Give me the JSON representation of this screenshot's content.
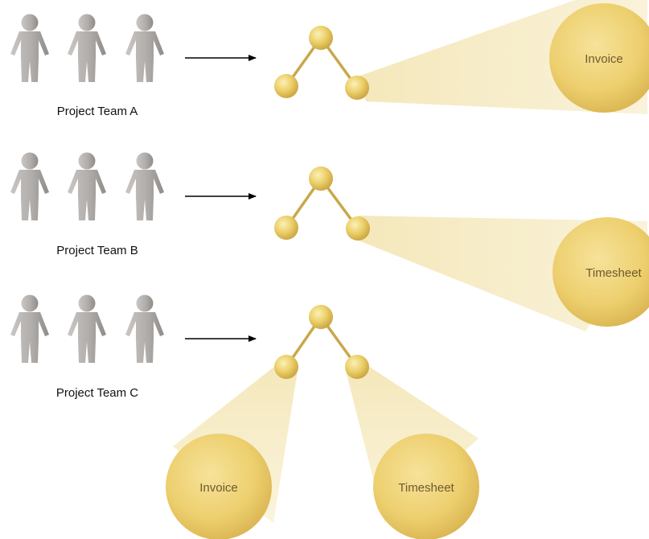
{
  "teams": [
    {
      "label": "Project Team A"
    },
    {
      "label": "Project Team B"
    },
    {
      "label": "Project Team C"
    }
  ],
  "documents": {
    "team_a_right": "Invoice",
    "team_b_right": "Timesheet",
    "team_c_left": "Invoice",
    "team_c_right": "Timesheet"
  },
  "colors": {
    "person": "#b3afac",
    "node": "#e6c75a",
    "connector": "#c9a84a",
    "beam": "#f6ebc4",
    "arrow": "#000000"
  }
}
